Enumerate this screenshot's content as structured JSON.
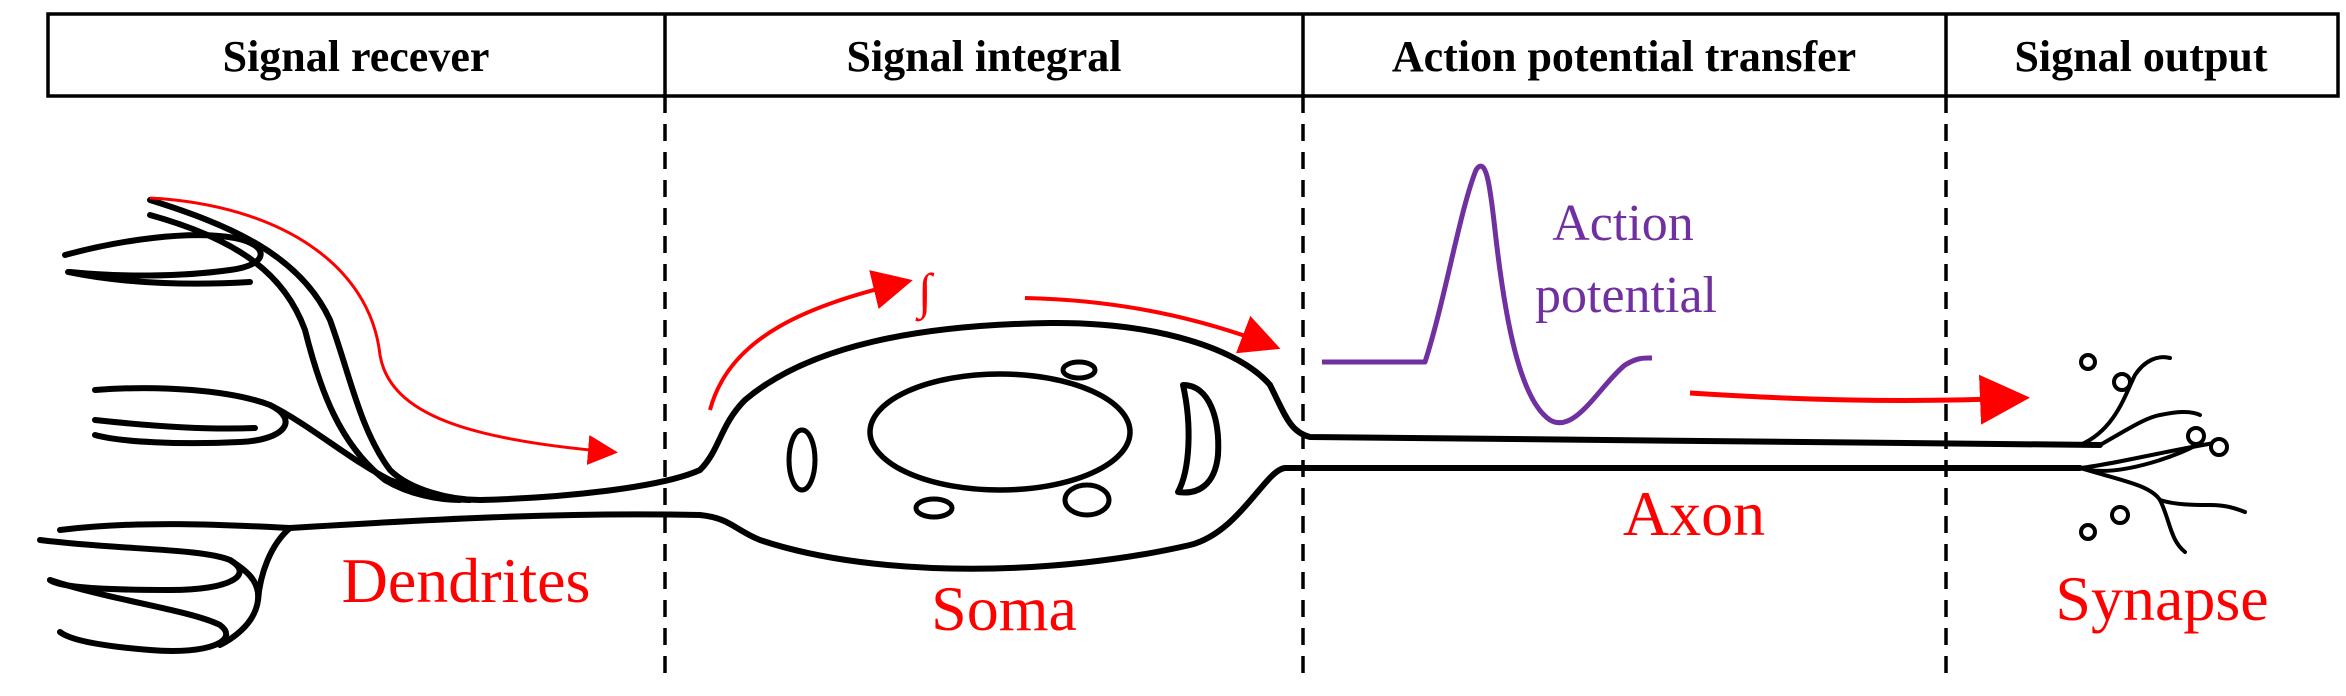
{
  "header": {
    "stages": [
      "Signal recever",
      "Signal integral",
      "Action potential transfer",
      "Signal output"
    ]
  },
  "labels": {
    "dendrites": "Dendrites",
    "soma": "Soma",
    "axon": "Axon",
    "synapse": "Synapse",
    "integral_symbol": "∫",
    "action_potential_line1": "Action",
    "action_potential_line2": "potential"
  },
  "colors": {
    "signal_red": "#ff0000",
    "action_potential_purple": "#7030a0",
    "outline": "#000000"
  }
}
